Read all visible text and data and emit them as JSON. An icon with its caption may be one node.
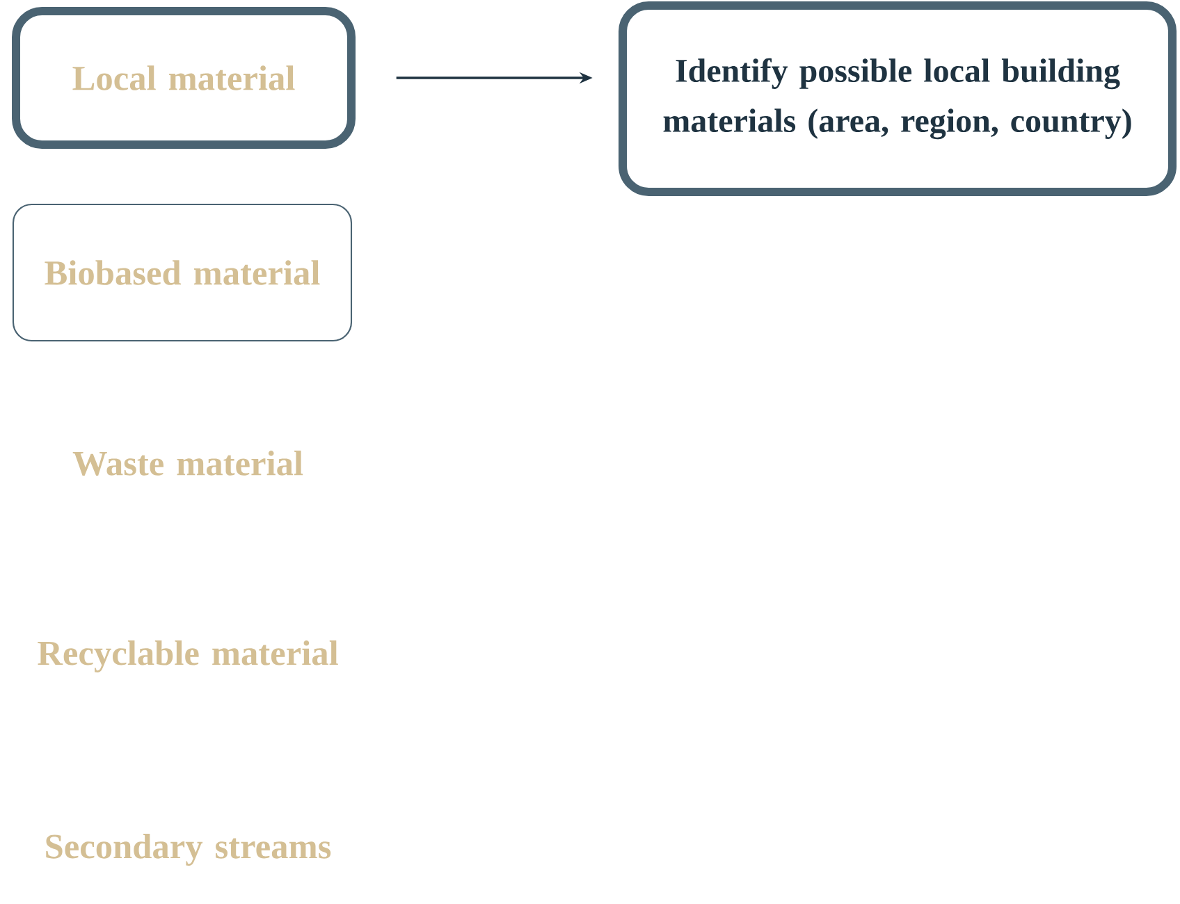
{
  "diagram": {
    "nodes": [
      {
        "text": [
          "Local material"
        ]
      },
      {
        "text": [
          "Identify possible local building materials (area, region, country)"
        ]
      },
      {
        "text": [
          "Biobased material"
        ]
      },
      {
        "text": [
          "Waste material"
        ]
      },
      {
        "text": [
          "Recyclable material"
        ]
      },
      {
        "text": [
          "Secondary streams"
        ]
      }
    ],
    "edges": [
      {
        "from": 0,
        "to": 1,
        "arrow": "to"
      }
    ]
  }
}
